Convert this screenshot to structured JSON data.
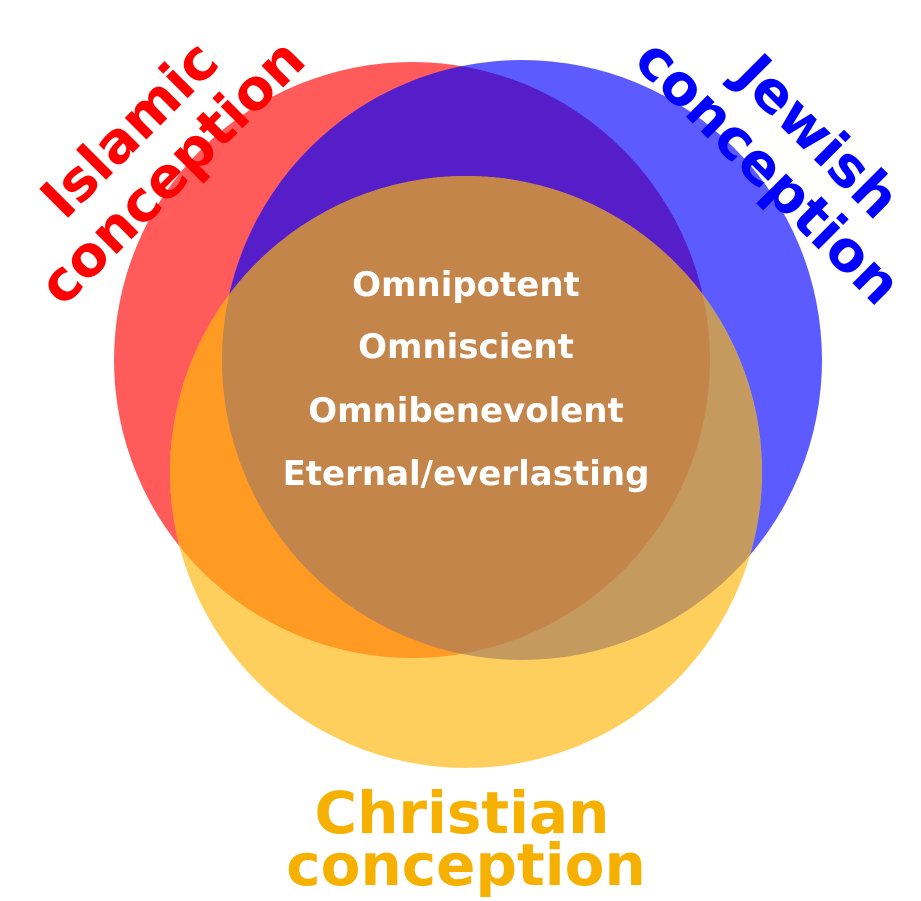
{
  "diagram": {
    "sets": [
      {
        "label_lines": [
          "Islamic",
          "conception"
        ],
        "color": "#ff3b3b"
      },
      {
        "label_lines": [
          "Jewish",
          "conception"
        ],
        "color": "#2b2bff"
      },
      {
        "label_lines": [
          "Christian",
          "conception"
        ],
        "color": "#ffc11f"
      }
    ],
    "label_colors": {
      "islamic": "#ff0000",
      "jewish": "#0000ff",
      "christian": "#f5b000"
    },
    "overlap_color": "#c4854a",
    "shared_attributes": [
      "Omnipotent",
      "Omniscient",
      "Omnibenevolent",
      "Eternal/everlasting"
    ]
  }
}
